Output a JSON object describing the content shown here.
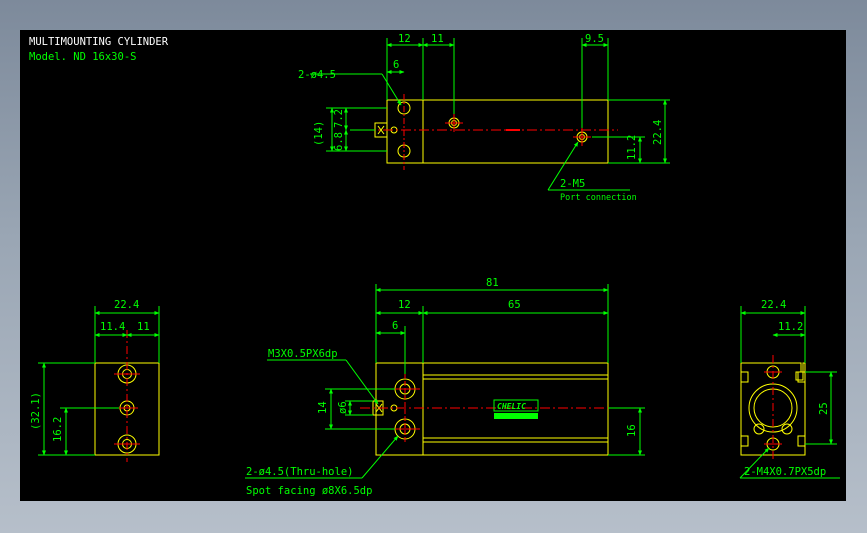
{
  "header": {
    "title": "MULTIMOUNTING CYLINDER",
    "model": "Model. ND 16x30-S"
  },
  "colors": {
    "background": "#000000",
    "outline": "#ffff00",
    "dimension": "#00ff00",
    "centerline": "#ff0000",
    "body_text": "#ffffff"
  },
  "top_view": {
    "dims": {
      "d12": "12",
      "d11": "11",
      "d9_5": "9.5",
      "d6": "6",
      "d14": "(14)",
      "d7_2": "7.2",
      "d6_8": "6.8",
      "d11_2": "11.2",
      "d22_4": "22.4"
    },
    "callouts": {
      "holes": "2-ø4.5",
      "port": "2-M5",
      "port_note": "Port connection"
    }
  },
  "left_view": {
    "dims": {
      "d22_4": "22.4",
      "d11_4": "11.4",
      "d11": "11",
      "d32_1": "(32.1)",
      "d16_2": "16.2"
    }
  },
  "front_view": {
    "dims": {
      "d81": "81",
      "d12": "12",
      "d65": "65",
      "d6": "6",
      "d14": "14",
      "dphi6": "ø6",
      "d16": "16"
    },
    "callouts": {
      "thread": "M3X0.5PX6dp",
      "holes": "2-ø4.5(Thru-hole)",
      "spot": "Spot facing ø8X6.5dp"
    },
    "brand": "CHELIC"
  },
  "right_view": {
    "dims": {
      "d22_4": "22.4",
      "d11_2": "11.2",
      "d25": "25"
    },
    "callouts": {
      "thread": "2-M4X0.7PX5dp"
    }
  }
}
